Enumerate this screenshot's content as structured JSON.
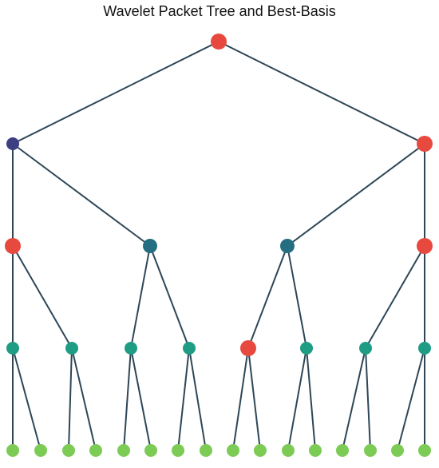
{
  "title": "Wavelet Packet Tree and Best-Basis",
  "colors": {
    "edge": "#2e4657",
    "best_basis": "#e8493e",
    "level1": "#3c3f82",
    "level2": "#256d80",
    "level3": "#1e9c84",
    "leaf": "#7ccb55"
  },
  "tree": {
    "depth": 4,
    "nodes": [
      {
        "id": "0.0",
        "level": 0,
        "index": 0,
        "best_basis": true
      },
      {
        "id": "1.0",
        "level": 1,
        "index": 0,
        "best_basis": false
      },
      {
        "id": "1.1",
        "level": 1,
        "index": 1,
        "best_basis": true
      },
      {
        "id": "2.0",
        "level": 2,
        "index": 0,
        "best_basis": true
      },
      {
        "id": "2.1",
        "level": 2,
        "index": 1,
        "best_basis": false
      },
      {
        "id": "2.2",
        "level": 2,
        "index": 2,
        "best_basis": false
      },
      {
        "id": "2.3",
        "level": 2,
        "index": 3,
        "best_basis": true
      },
      {
        "id": "3.0",
        "level": 3,
        "index": 0,
        "best_basis": false
      },
      {
        "id": "3.1",
        "level": 3,
        "index": 1,
        "best_basis": false
      },
      {
        "id": "3.2",
        "level": 3,
        "index": 2,
        "best_basis": false
      },
      {
        "id": "3.3",
        "level": 3,
        "index": 3,
        "best_basis": false
      },
      {
        "id": "3.4",
        "level": 3,
        "index": 4,
        "best_basis": true
      },
      {
        "id": "3.5",
        "level": 3,
        "index": 5,
        "best_basis": false
      },
      {
        "id": "3.6",
        "level": 3,
        "index": 6,
        "best_basis": false
      },
      {
        "id": "3.7",
        "level": 3,
        "index": 7,
        "best_basis": false
      }
    ],
    "leaf_count": 16
  }
}
